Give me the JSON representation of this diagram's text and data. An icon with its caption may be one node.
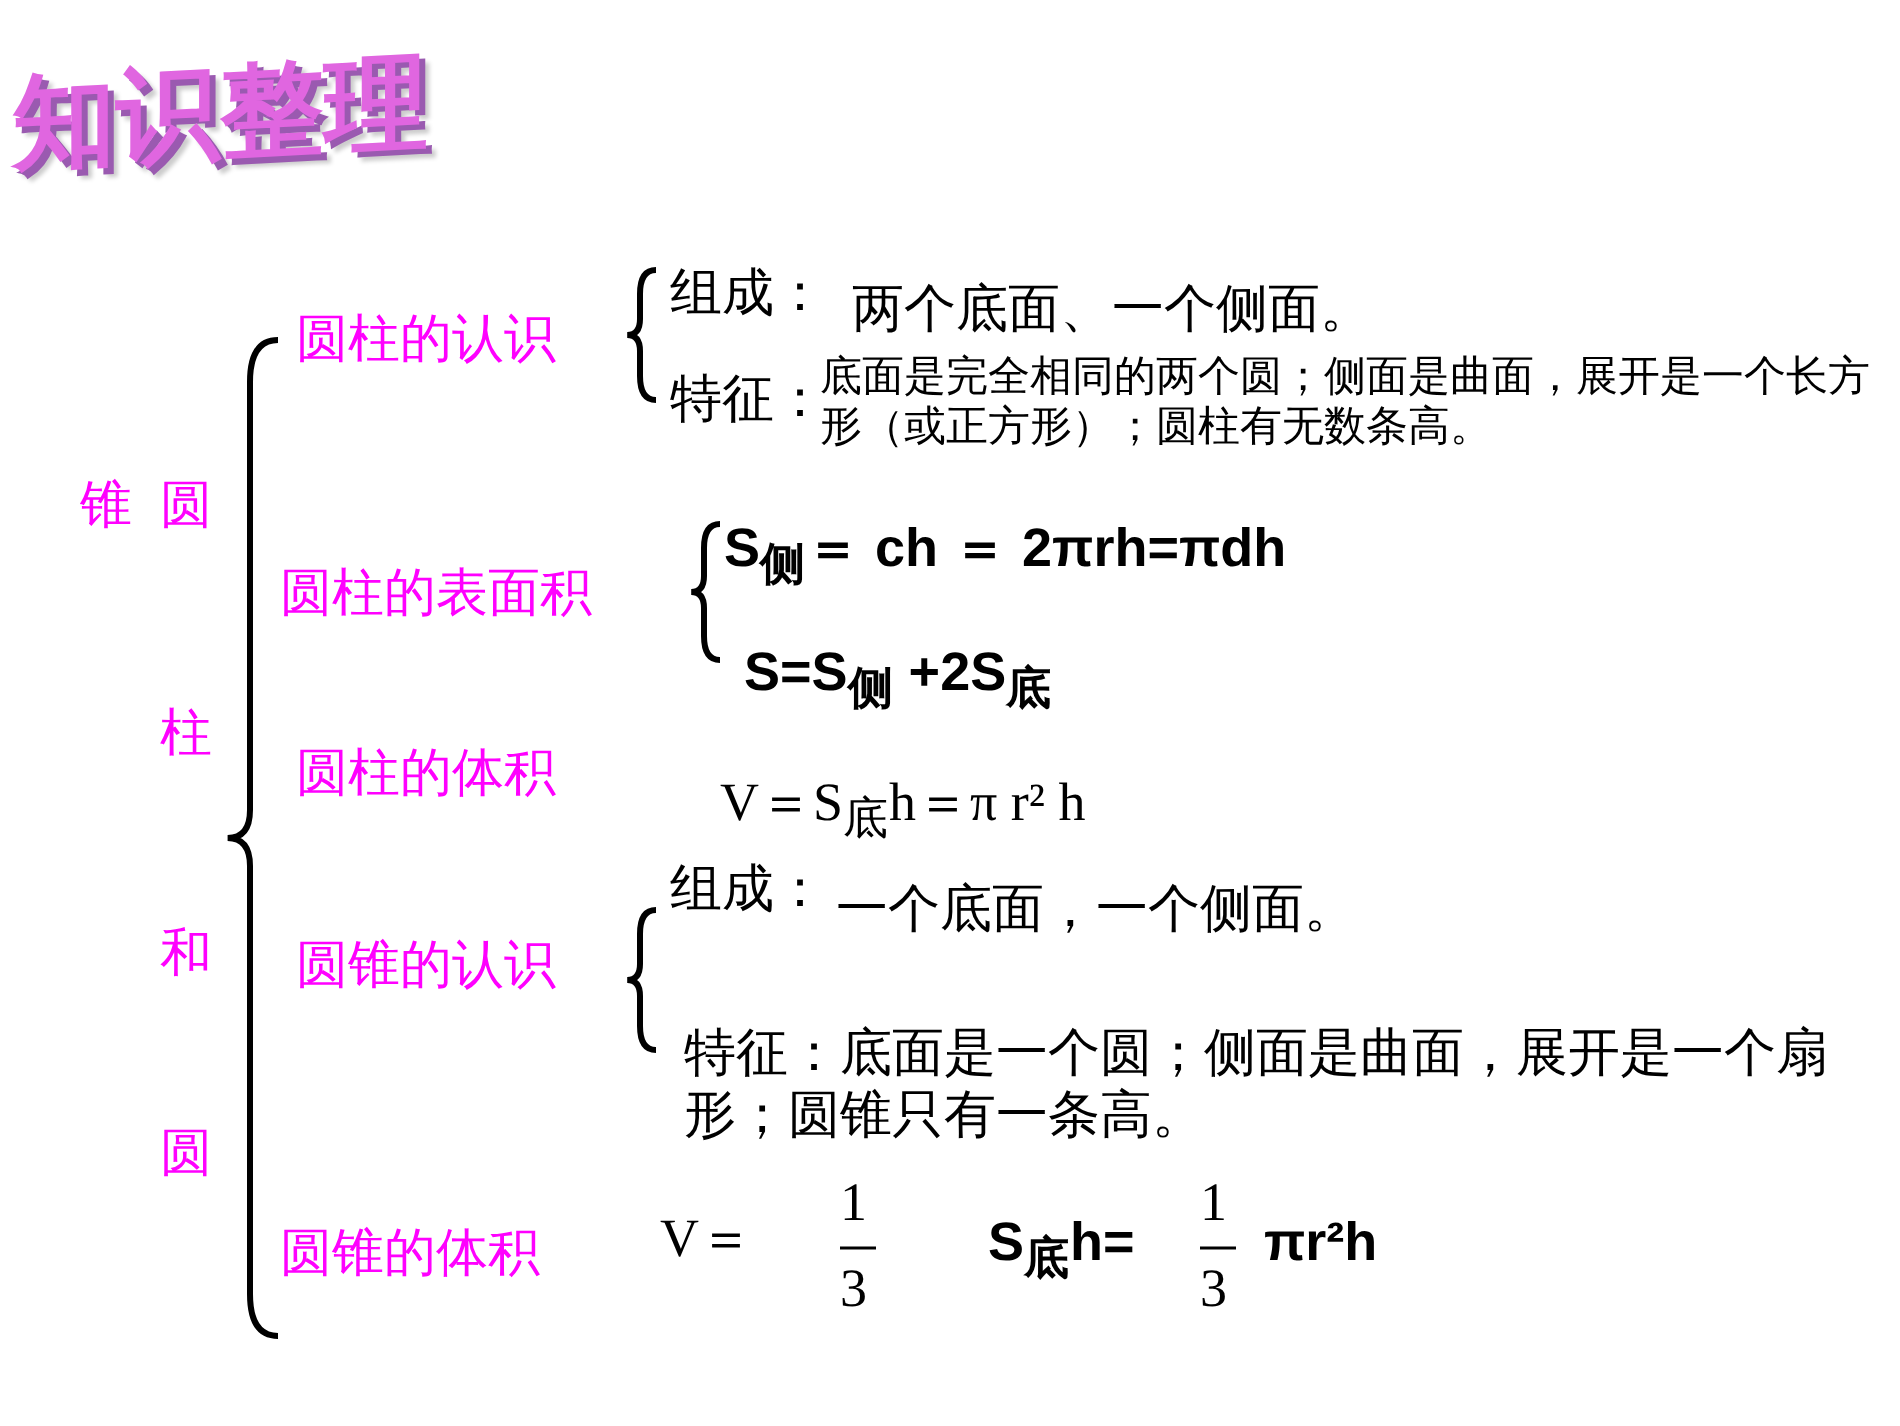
{
  "diagram": {
    "title": "知识整理",
    "labels": [
      "锥",
      "圆",
      "柱",
      "和",
      "圆",
      "圆柱的认识",
      "组成：",
      "两个底面、一个侧面。",
      "特征：",
      "底面是完全相同的两个圆；侧面是曲面，展开是一个长方形（或正方形）；圆柱有无数条高。",
      "圆柱的表面积",
      "S$_{侧}$＝ ch ＝ 2πrh=πdh",
      "S=S$_{侧}$ +2S$_{底}$",
      "圆柱的体积",
      "V＝S$_{底}$h＝π r² h",
      "圆锥的认识",
      "组成：",
      "一个底面，一个侧面。",
      "特征：底面是一个圆；侧面是曲面，展开是一个扇形；圆锥只有一条高。",
      "圆锥的体积",
      "V＝",
      "1",
      "3",
      "S$_{底}$h=",
      "1",
      "3",
      "πr²h"
    ]
  }
}
